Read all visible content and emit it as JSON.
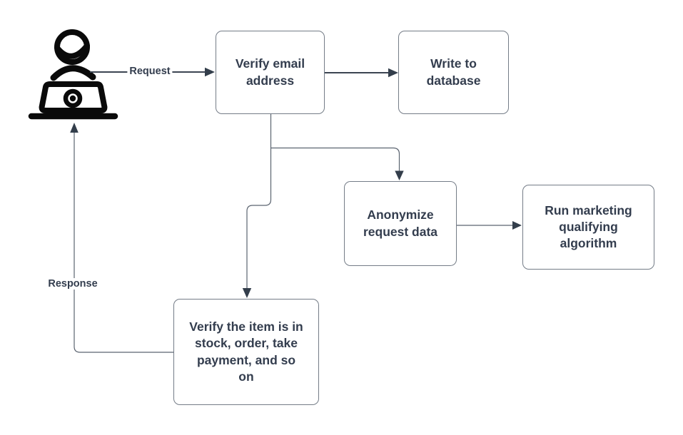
{
  "diagram_type": "flowchart",
  "colors": {
    "background": "#ffffff",
    "node_border": "#747c87",
    "node_text": "#333d4e",
    "connector": "#5b6470",
    "connector_bold": "#3c4552",
    "arrowhead": "#333e4b",
    "icon": "#0a0a0a",
    "label_text": "#333d4e"
  },
  "actor": {
    "name": "user-at-laptop",
    "icon": "person sitting at laptop"
  },
  "nodes": {
    "verify_email": "Verify email address",
    "write_db": "Write to database",
    "anonymize": "Anonymize request data",
    "run_marketing": "Run marketing qualifying algorithm",
    "verify_item": "Verify the item is in stock, order, take payment, and so on"
  },
  "edge_labels": {
    "request": "Request",
    "response": "Response"
  },
  "edges": [
    {
      "from": "user",
      "to": "verify_email",
      "label": "Request"
    },
    {
      "from": "verify_email",
      "to": "write_db",
      "label": ""
    },
    {
      "from": "verify_email",
      "to": "anonymize",
      "label": ""
    },
    {
      "from": "verify_email",
      "to": "verify_item",
      "label": ""
    },
    {
      "from": "anonymize",
      "to": "run_marketing",
      "label": ""
    },
    {
      "from": "verify_item",
      "to": "user",
      "label": "Response"
    }
  ]
}
